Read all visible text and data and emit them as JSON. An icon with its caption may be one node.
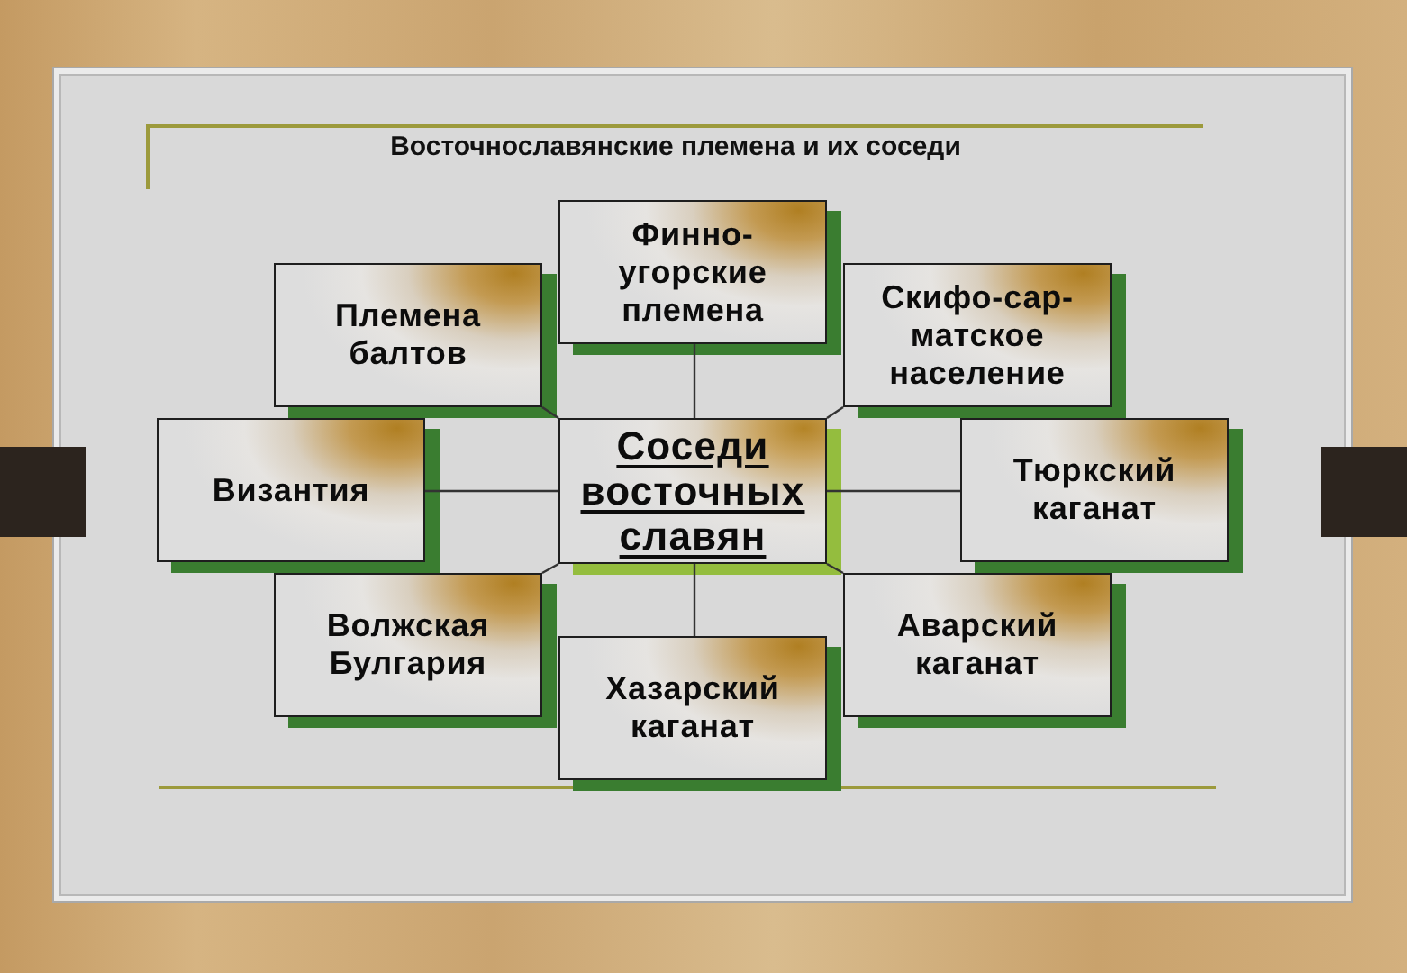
{
  "diagram": {
    "title": "Восточнославянские племена и их соседи",
    "nodes": [
      {
        "text": [
          "Финно- угорские племена"
        ]
      },
      {
        "text": [
          "Племена балтов"
        ]
      },
      {
        "text": [
          "Скифо-сар- матское население"
        ]
      },
      {
        "text": [
          "Византия"
        ]
      },
      {
        "text": [
          "Соседи восточных славян"
        ]
      },
      {
        "text": [
          "Тюркский каганат"
        ]
      },
      {
        "text": [
          "Волжская Булгария"
        ]
      },
      {
        "text": [
          "Аварский каганат"
        ]
      },
      {
        "text": [
          "Хазарский каганат"
        ]
      }
    ],
    "edges": [
      {
        "from": 4,
        "to": 0,
        "arrow": "none"
      },
      {
        "from": 4,
        "to": 1,
        "arrow": "none"
      },
      {
        "from": 4,
        "to": 2,
        "arrow": "none"
      },
      {
        "from": 4,
        "to": 3,
        "arrow": "none"
      },
      {
        "from": 4,
        "to": 5,
        "arrow": "none"
      },
      {
        "from": 4,
        "to": 6,
        "arrow": "none"
      },
      {
        "from": 4,
        "to": 7,
        "arrow": "none"
      },
      {
        "from": 4,
        "to": 8,
        "arrow": "none"
      }
    ]
  }
}
